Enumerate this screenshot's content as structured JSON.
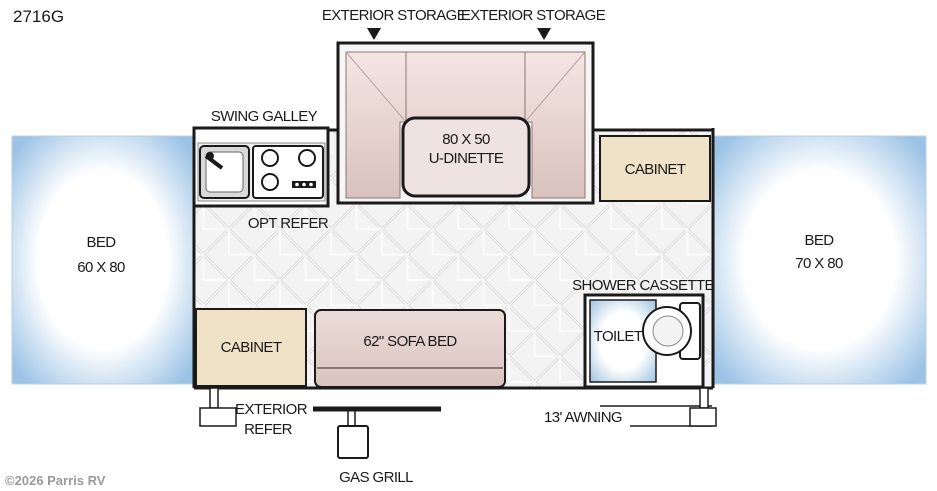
{
  "model": "2716G",
  "labels": {
    "exterior_storage_left": "EXTERIOR STORAGE",
    "exterior_storage_right": "EXTERIOR STORAGE",
    "swing_galley": "SWING GALLEY",
    "dinette_size": "80 X 50",
    "dinette_name": "U-DINETTE",
    "cabinet_right": "CABINET",
    "cabinet_left": "CABINET",
    "opt_refer": "OPT REFER",
    "bed_left_title": "BED",
    "bed_left_size": "60 X 80",
    "bed_right_title": "BED",
    "bed_right_size": "70 X 80",
    "shower_cassette": "SHOWER CASSETTE",
    "toilet": "TOILET",
    "sofa_bed": "62\" SOFA BED",
    "exterior_refer_line1": "EXTERIOR",
    "exterior_refer_line2": "REFER",
    "awning": "13' AWNING",
    "gas_grill": "GAS GRILL"
  },
  "copyright": "©2026 Parris RV",
  "colors": {
    "bed_glow": "#9cc3e6",
    "cabinet": "#efe2c6",
    "dinette": "#e6d3cf",
    "shower": "#a9cbe3",
    "walls": "#1a1a1a"
  }
}
